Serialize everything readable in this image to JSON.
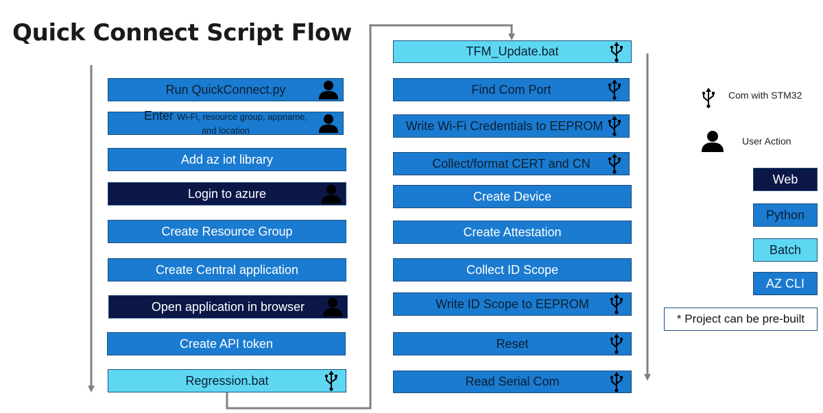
{
  "title": "Quick Connect Script Flow",
  "left_column": [
    {
      "label": "Run QuickConnect.py",
      "type": "python",
      "icon": "user-icon"
    },
    {
      "label_main": "Enter ",
      "label_small": "Wi-Fi, resource group, appname, and location",
      "type": "python",
      "icon": "user-icon"
    },
    {
      "label": "Add az iot library",
      "type": "azcli",
      "icon": ""
    },
    {
      "label": "Login to azure",
      "type": "web",
      "icon": "user-icon"
    },
    {
      "label": "Create Resource Group",
      "type": "azcli",
      "icon": ""
    },
    {
      "label": "Create Central application",
      "type": "azcli",
      "icon": ""
    },
    {
      "label": "Open application in browser",
      "type": "web",
      "icon": "user-icon"
    },
    {
      "label": "Create API token",
      "type": "azcli",
      "icon": ""
    },
    {
      "label": "Regression.bat",
      "type": "batch",
      "icon": "usb-icon"
    }
  ],
  "right_column": [
    {
      "label": "TFM_Update.bat",
      "type": "batch",
      "icon": "usb-icon"
    },
    {
      "label": "Find Com Port",
      "type": "python",
      "icon": "usb-icon"
    },
    {
      "label": "Write Wi-Fi Credentials to EEPROM",
      "type": "python",
      "icon": "usb-icon"
    },
    {
      "label": "Collect/format CERT and CN",
      "type": "python",
      "icon": "usb-icon"
    },
    {
      "label": "Create Device",
      "type": "azcli",
      "icon": ""
    },
    {
      "label": "Create Attestation",
      "type": "azcli",
      "icon": ""
    },
    {
      "label": "Collect ID Scope",
      "type": "azcli",
      "icon": ""
    },
    {
      "label": "Write ID Scope to EEPROM",
      "type": "python",
      "icon": "usb-icon"
    },
    {
      "label": "Reset",
      "type": "python",
      "icon": "usb-icon"
    },
    {
      "label": "Read Serial Com",
      "type": "python",
      "icon": "usb-icon"
    }
  ],
  "legend": {
    "com_label": "Com with STM32",
    "user_label": "User Action",
    "web": "Web",
    "python": "Python",
    "batch": "Batch",
    "azcli": "AZ CLI"
  },
  "note": "* Project can be pre-built",
  "colors": {
    "python": "#1a7bd0",
    "web": "#0b1747",
    "batch": "#5ed8f2",
    "azcli": "#1a7bd0",
    "border": "#1f4e79",
    "connector": "#808080"
  }
}
